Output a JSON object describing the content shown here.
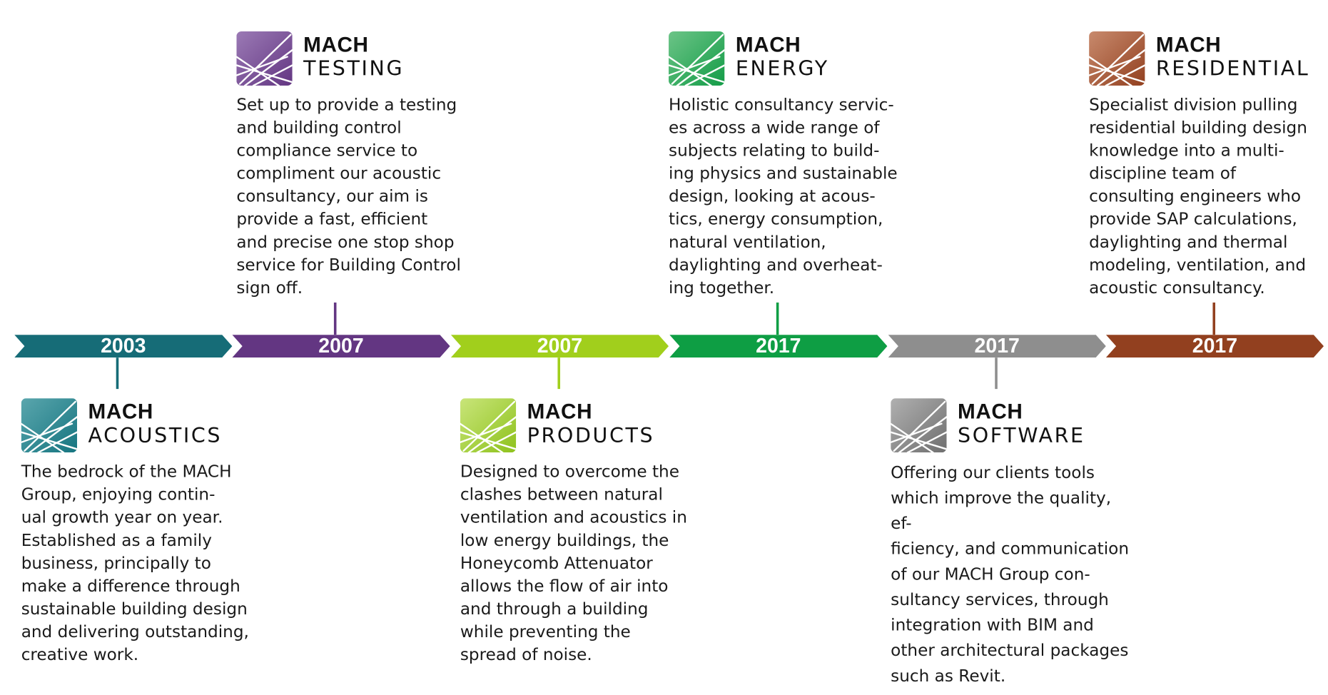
{
  "timeline": {
    "segments": [
      {
        "year": "2003",
        "color": "#166c77"
      },
      {
        "year": "2007",
        "color": "#633682"
      },
      {
        "year": "2007",
        "color": "#a1cf1c"
      },
      {
        "year": "2017",
        "color": "#0e9e44"
      },
      {
        "year": "2017",
        "color": "#8e8e8e"
      },
      {
        "year": "2017",
        "color": "#92401f"
      }
    ]
  },
  "entries": [
    {
      "brand": "MACH",
      "division": "ACOUSTICS",
      "color": "#167580",
      "color_light": "#5aa6ad",
      "icon": "mach-acoustics-icon",
      "description": "The bedrock of the MACH\nGroup, enjoying contin-\nual growth year on year.\nEstablished as a family\nbusiness, principally to\nmake a difference through\nsustainable building design\nand delivering outstanding,\ncreative work."
    },
    {
      "brand": "MACH",
      "division": "TESTING",
      "color": "#633682",
      "color_light": "#9b7ab5",
      "icon": "mach-testing-icon",
      "description": "Set up to provide a testing\nand building control\ncompliance service to\ncompliment our acoustic\nconsultancy, our aim is\nprovide a fast, efficient\nand precise one stop shop\nservice for Building Control\nsign off."
    },
    {
      "brand": "MACH",
      "division": "PRODUCTS",
      "color": "#8ec21c",
      "color_light": "#c9e57a",
      "icon": "mach-products-icon",
      "description": "Designed to overcome the\nclashes between natural\nventilation and acoustics in\nlow energy buildings, the\nHoneycomb Attenuator\nallows the flow of air into\nand through a building\nwhile preventing the\nspread of noise."
    },
    {
      "brand": "MACH",
      "division": "ENERGY",
      "color": "#139c47",
      "color_light": "#6cc487",
      "icon": "mach-energy-icon",
      "description": "Holistic consultancy servic-\nes across a wide range of\nsubjects relating to build-\ning physics and sustainable\ndesign, looking at acous-\ntics, energy consumption,\nnatural ventilation,\ndaylighting and overheat-\ning together."
    },
    {
      "brand": "MACH",
      "division": "SOFTWARE",
      "color": "#6f6f6f",
      "color_light": "#b0b0b0",
      "icon": "mach-software-icon",
      "description": "Offering our clients tools\nwhich improve the quality, ef-\nficiency, and communication\nof our MACH Group con-\nsultancy services, through\nintegration with BIM and\nother architectural packages\nsuch as Revit."
    },
    {
      "brand": "MACH",
      "division": "RESIDENTIAL",
      "color": "#92401f",
      "color_light": "#c88a6d",
      "icon": "mach-residential-icon",
      "description": "Specialist division pulling\nresidential building design\nknowledge into a multi-\ndiscipline team of\nconsulting engineers who\nprovide SAP calculations,\ndaylighting and thermal\nmodeling, ventilation, and\nacoustic consultancy."
    }
  ]
}
